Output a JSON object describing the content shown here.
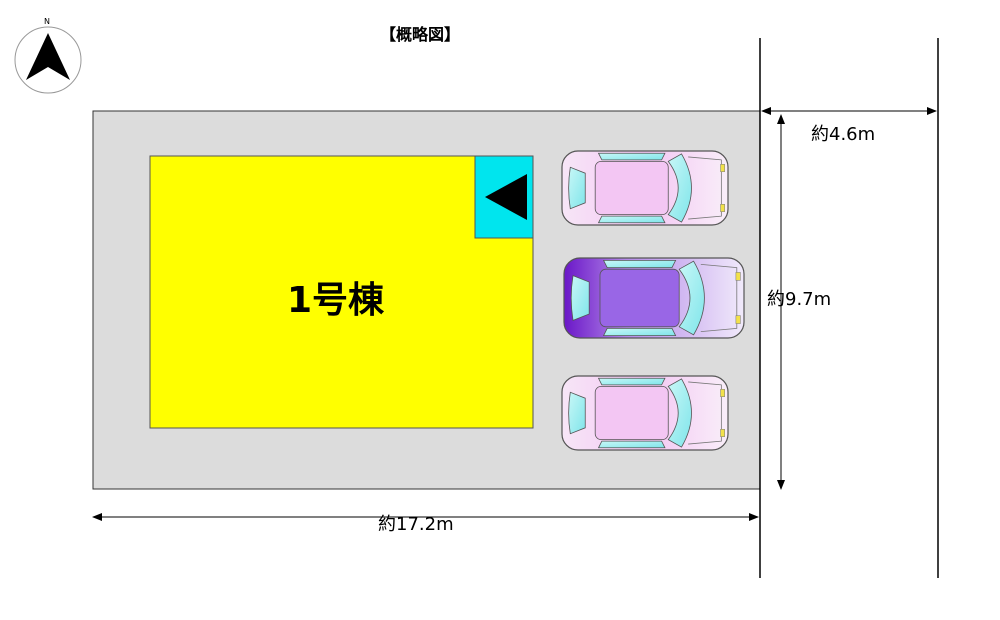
{
  "title": "【概略図】",
  "compass": {
    "label": "N"
  },
  "building": {
    "label": "1号棟",
    "fill": "#ffff00",
    "entrance_fill": "#00e5ee"
  },
  "lot": {
    "fill": "#dcdcdc"
  },
  "dimensions": {
    "road_width": "約4.6m",
    "depth": "約9.7m",
    "frontage": "約17.2m"
  },
  "cars": [
    {
      "name": "car-top",
      "body": "#f7d6f7",
      "roof": "#f3c6f3",
      "style": "pink"
    },
    {
      "name": "car-middle",
      "body": "#ddc8f5",
      "roof": "#9966e6",
      "style": "purple"
    },
    {
      "name": "car-bottom",
      "body": "#f7d6f7",
      "roof": "#f3c6f3",
      "style": "pink"
    }
  ]
}
